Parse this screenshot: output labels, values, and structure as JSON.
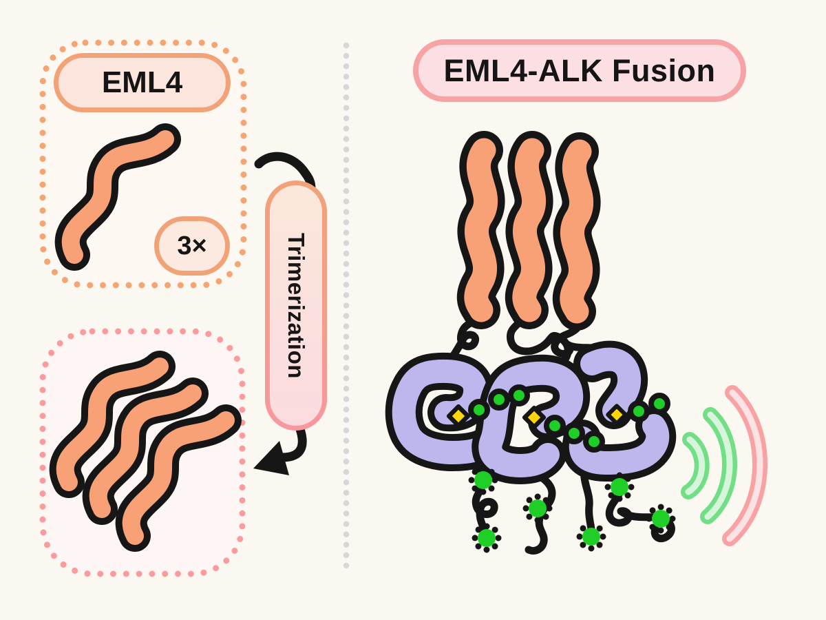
{
  "left_column": {
    "eml4_panel": {
      "title": "EML4",
      "copies_badge": "3×",
      "monomer_icon": "eml4-coiled-coil-squiggle",
      "border_style": "dotted",
      "border_color": "#F4A571"
    },
    "process_arrow": {
      "label": "Trimerization",
      "arrow_icon": "curved-down-arrow"
    },
    "trimer_panel": {
      "trimer_icon": "three-eml4-squiggles",
      "border_style": "dotted",
      "border_color": "#FA9C9C"
    }
  },
  "divider": {
    "style": "vertical-dotted-line",
    "color": "#D7D7D7"
  },
  "right_column": {
    "title": "EML4-ALK Fusion",
    "diagram": {
      "coiled_coils": {
        "icon": "trimerized-coiled-coil",
        "count": 3,
        "color": "#F8A177"
      },
      "kinase_domains": {
        "icon": "alk-kinase-domain-blob",
        "count": 3,
        "color": "#BEB7ED"
      },
      "atp_sites": {
        "icon": "atp-diamond",
        "count": 3,
        "color": "#FFD60A"
      },
      "activation_loop_phosphates": {
        "icon": "phospho-bead-chain",
        "bead_counts": [
          3,
          3,
          2
        ],
        "color": "#1FCE27"
      },
      "tail_phosphosites": {
        "icon": "phospho-starburst",
        "count": 6,
        "color": "#1FCE27"
      },
      "signaling_waves": {
        "icon": "signal-arcs",
        "count": 3,
        "colors": [
          "#72DE85",
          "#72DE85",
          "#F9A2A4"
        ]
      }
    }
  },
  "palette": {
    "background": "#FBF8F1",
    "outline_black": "#161616",
    "eml4_orange": "#F8A177",
    "kinase_purple": "#BEB7ED",
    "atp_yellow": "#FFD60A",
    "phospho_green": "#1FCE27",
    "signal_green": "#72DE85",
    "signal_pink": "#F9A2A4",
    "divider_gray": "#D7D7D7"
  }
}
